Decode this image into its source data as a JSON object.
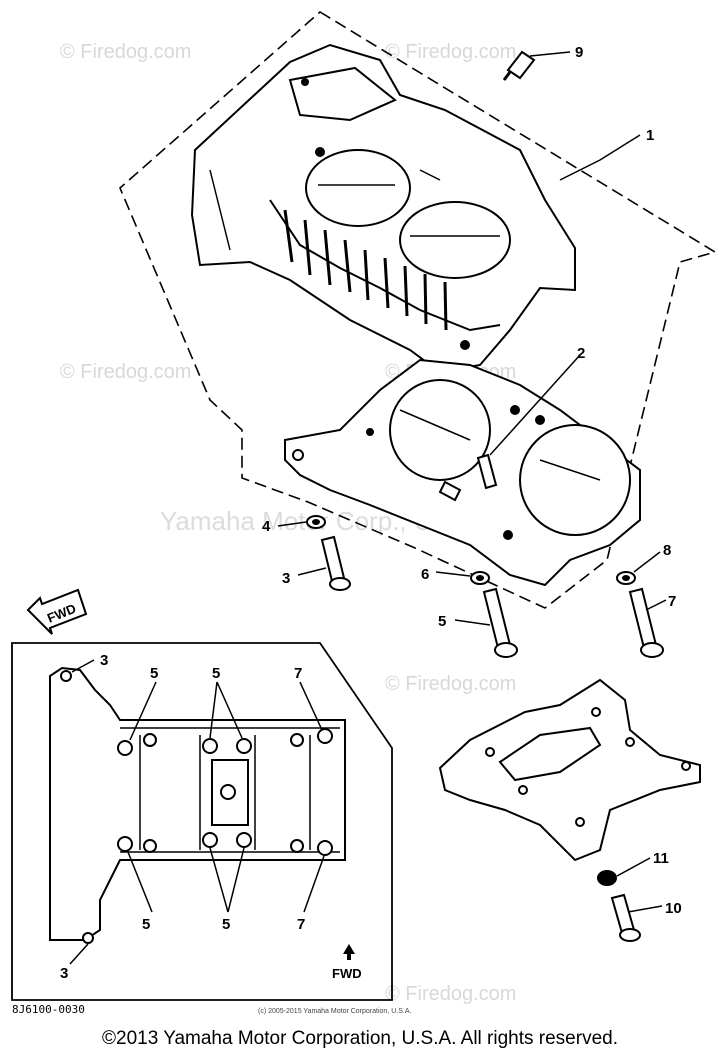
{
  "callouts": {
    "c1": "1",
    "c2": "2",
    "c3a": "3",
    "c4": "4",
    "c5a": "5",
    "c6": "6",
    "c7a": "7",
    "c8": "8",
    "c9": "9",
    "c10": "10",
    "c11": "11",
    "i3top": "3",
    "i5top": "5",
    "i5topb": "5",
    "i7top": "7",
    "i5bot": "5",
    "i5botb": "5",
    "i7bot": "7",
    "i3bot": "3"
  },
  "watermarks": {
    "firedog": "© Firedog.com",
    "center": "Yamaha Motor Corp., U.S.A."
  },
  "inset": {
    "fwd_label": "FWD"
  },
  "fwd_flag": {
    "label": "FWD"
  },
  "part_code": "8J6100-0030",
  "small_copyright": "(c) 2005-2015 Yamaha Motor Corporation, U.S.A.",
  "footer": "©2013 Yamaha Motor Corporation, U.S.A. All rights reserved.",
  "colors": {
    "line": "#000000",
    "watermark": "#d8d8d8",
    "background": "#ffffff"
  }
}
